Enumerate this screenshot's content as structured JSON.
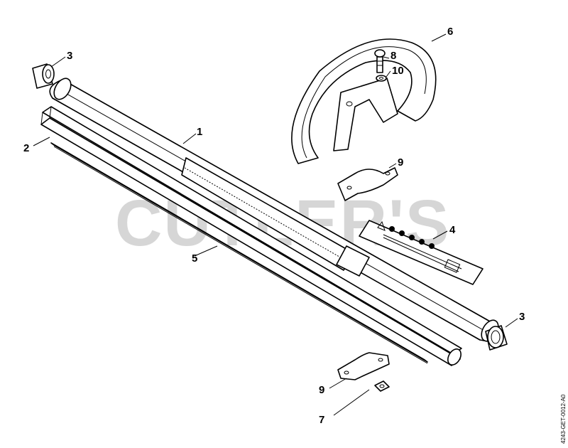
{
  "watermark": "CUTLER'S",
  "doc_id": "4243-GET-0012-A0",
  "callouts": {
    "c1": "1",
    "c2": "2",
    "c3a": "3",
    "c3b": "3",
    "c4": "4",
    "c5": "5",
    "c6": "6",
    "c7": "7",
    "c8": "8",
    "c9a": "9",
    "c9b": "9",
    "c10": "10"
  }
}
